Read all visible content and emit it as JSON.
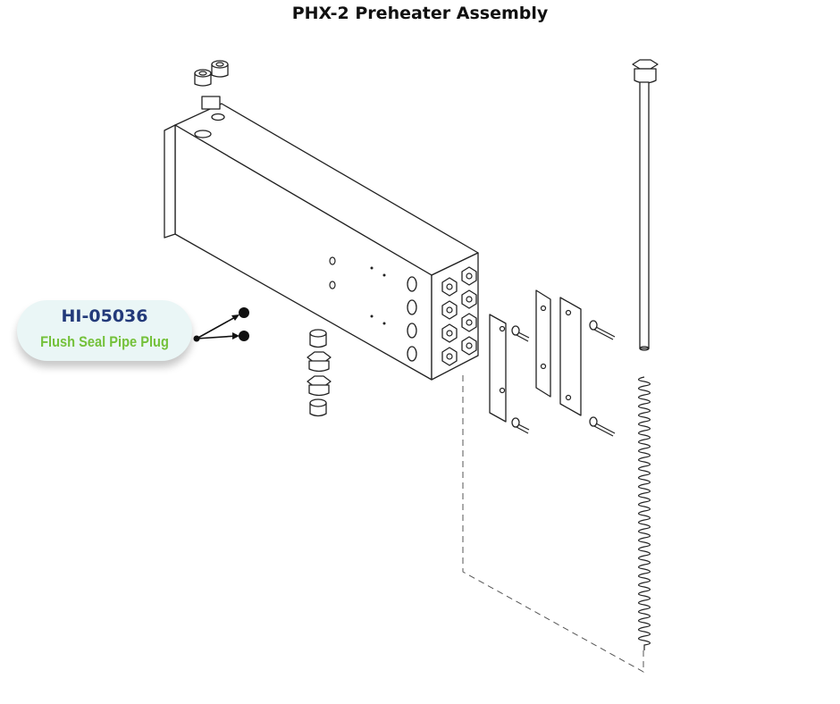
{
  "title": "PHX-2 Preheater Assembly",
  "callout": {
    "part_number": "HI-05036",
    "description": "Flush Seal Pipe Plug"
  },
  "colors": {
    "part_number": "#233a7a",
    "description": "#74c13a",
    "callout_bg": "#eaf6f6",
    "line_art": "#222222"
  }
}
